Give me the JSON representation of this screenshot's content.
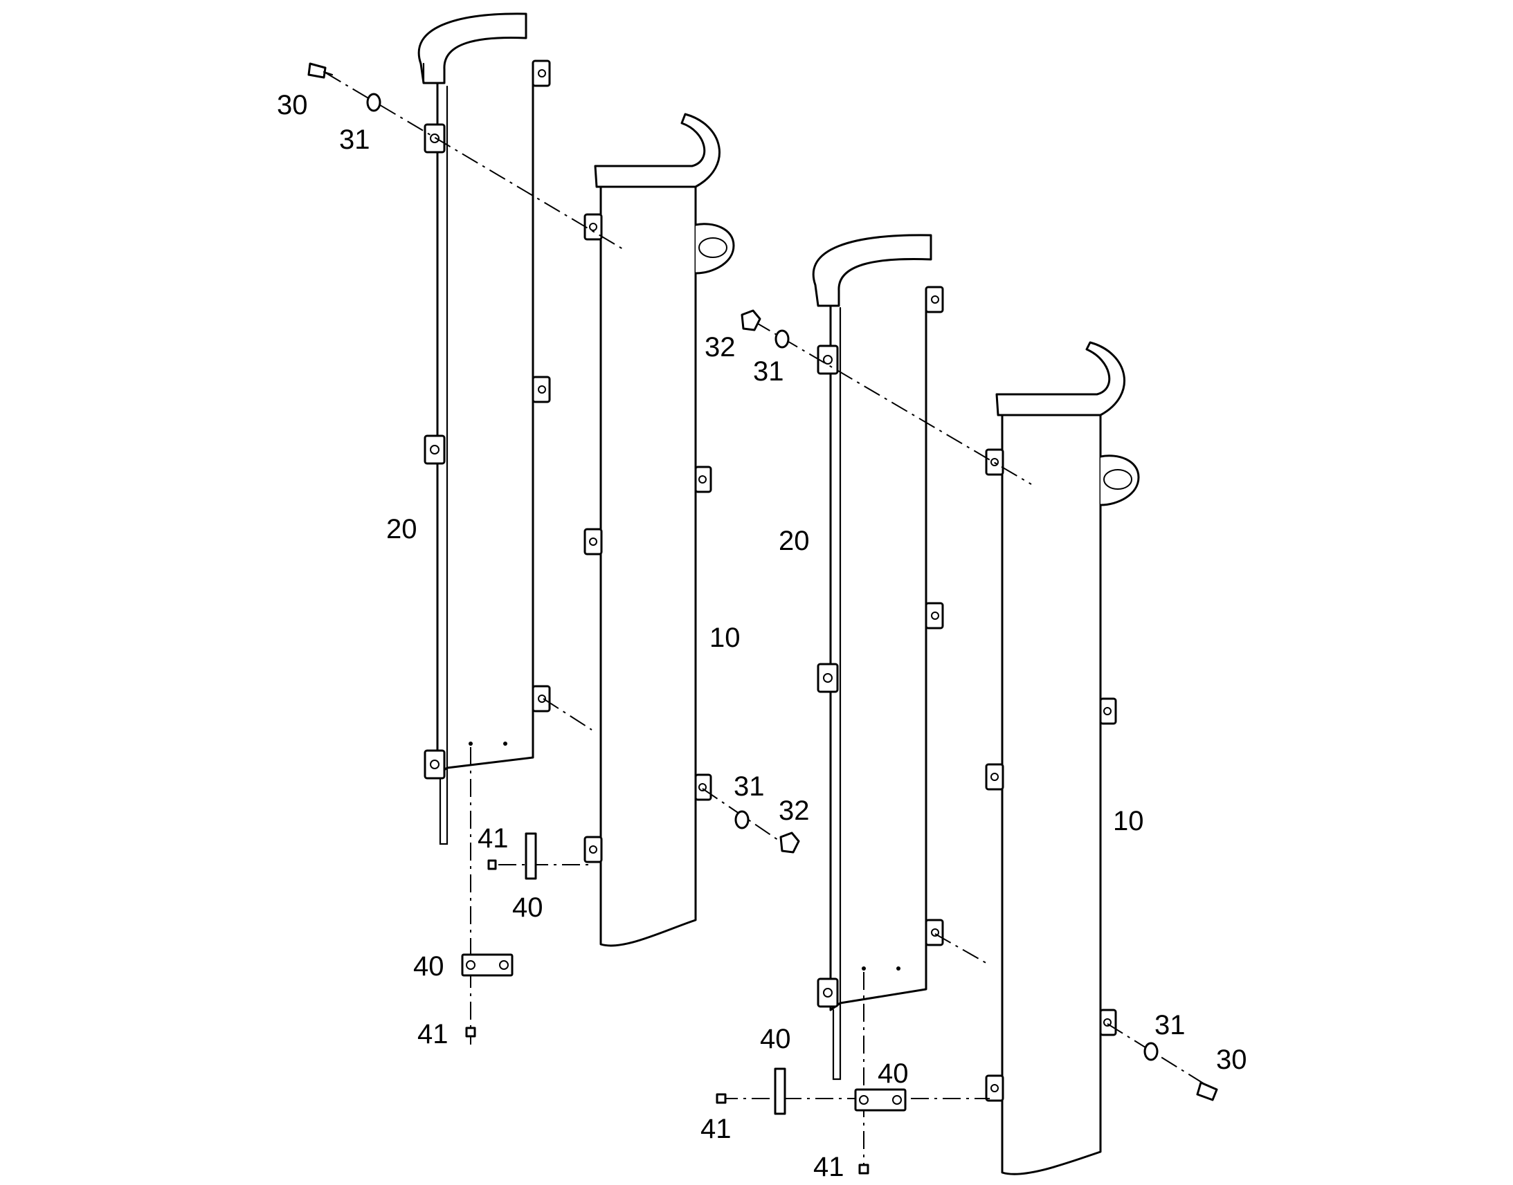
{
  "diagram": {
    "callouts": {
      "a_30": "30",
      "a_31": "31",
      "a_20": "20",
      "a_10": "10",
      "a_31b": "31",
      "a_32b": "32",
      "a_41": "41",
      "a_40": "40",
      "a_40b": "40",
      "a_41b": "41",
      "b_32": "32",
      "b_31": "31",
      "b_20": "20",
      "b_10": "10",
      "b_31b": "31",
      "b_30b": "30",
      "b_40": "40",
      "b_40b": "40",
      "b_41": "41",
      "b_41b": "41"
    }
  }
}
